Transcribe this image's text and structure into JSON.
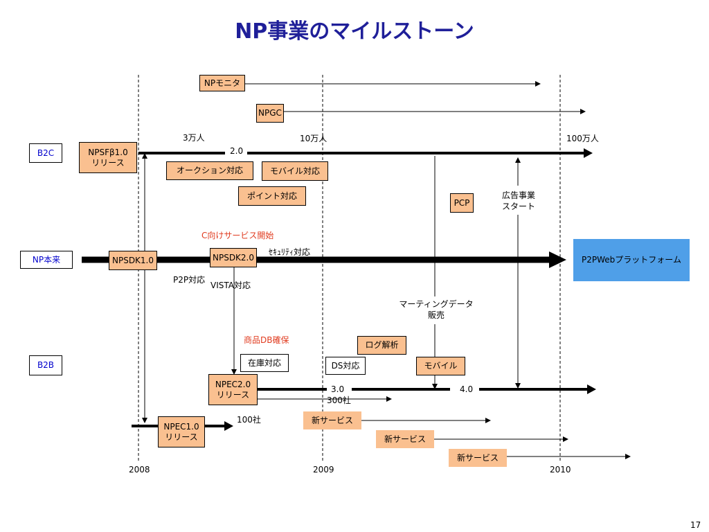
{
  "title": "NP事業のマイルストーン",
  "page_number": "17",
  "years": [
    "2008",
    "2009",
    "2010"
  ],
  "lanes": {
    "b2c": "B2C",
    "np_core": "NP本来",
    "b2b": "B2B"
  },
  "b2c": {
    "np_monitor": "NPモニタ",
    "npgc": "NPGC",
    "npsf_release": "NPSFβ1.0\nリリース",
    "v2_label": "2.0",
    "users_3": "3万人",
    "users_10": "10万人",
    "users_100": "100万人",
    "auction": "オークション対応",
    "mobile": "モバイル対応",
    "point": "ポイント対応",
    "pcp": "PCP",
    "ad_business": "広告事業\nスタート"
  },
  "np_core": {
    "npsdk1": "NPSDK1.0",
    "npsdk2": "NPSDK2.0",
    "consumer_service": "C向けサービス開始",
    "security": "ｾｷｭﾘﾃｨ対応",
    "p2p": "P2P対応",
    "vista": "VISTA対応",
    "platform": "P2PWebプラットフォーム"
  },
  "b2b": {
    "marketing_data": "マーティングデータ\n販売",
    "product_db": "商品DB確保",
    "log_analysis": "ログ解析",
    "inventory": "在庫対応",
    "ds": "DS対応",
    "mobile": "モバイル",
    "npec2": "NPEC2.0\nリリース",
    "v3_label": "3.0",
    "companies_300": "300社",
    "v4_label": "4.0",
    "npec1": "NPEC1.0\nリリース",
    "companies_100": "100社",
    "new_service_1": "新サービス",
    "new_service_2": "新サービス",
    "new_service_3": "新サービス"
  },
  "colors": {
    "title": "#1f1f99",
    "box_fill": "#fac090",
    "lane_label": "#0000cc",
    "highlight": "#e03a1e",
    "platform": "#4f9fe8"
  }
}
